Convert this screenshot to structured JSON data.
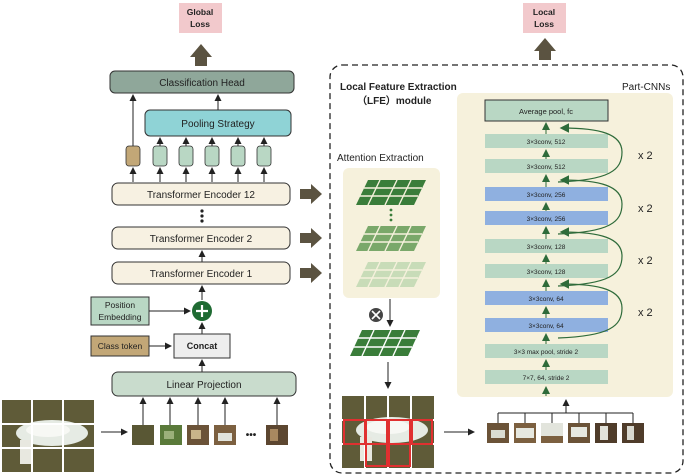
{
  "left": {
    "global_loss": [
      "Global",
      "Loss"
    ],
    "classification_head": "Classification Head",
    "pooling_strategy": "Pooling Strategy",
    "encoder_12": "Transformer Encoder 12",
    "encoder_2": "Transformer Encoder 2",
    "encoder_1": "Transformer Encoder 1",
    "position_embedding": [
      "Position",
      "Embedding"
    ],
    "class_token": "Class token",
    "concat": "Concat",
    "linear_projection": "Linear Projection",
    "patch_ellipsis": "•••"
  },
  "right": {
    "local_loss": [
      "Local",
      "Loss"
    ],
    "module_title": [
      "Local Feature Extraction",
      "（LFE）module"
    ],
    "part_cnns": "Part-CNNs",
    "attention_extraction": "Attention Extraction",
    "layers": [
      "Average pool, fc",
      "3×3conv, 512",
      "3×3conv, 512",
      "3×3conv, 256",
      "3×3conv, 256",
      "3×3conv, 128",
      "3×3conv, 128",
      "3×3conv, 64",
      "3×3conv, 64",
      "3×3 max pool, stride 2",
      "7×7, 64, stride 2"
    ],
    "repeat_labels": [
      "x 2",
      "x 2",
      "x 2",
      "x 2"
    ]
  },
  "colors": {
    "loss_box": "#f2c9cc",
    "classification_head": "#8fa79a",
    "pooling": "#8fd3d6",
    "encoder": "#f7f1e2",
    "linear": "#c9dccd",
    "green_conv": "#b9d7c4",
    "blue_conv": "#8fb0e0",
    "panel_bg": "#f6f1dc",
    "grid_green": "#3a7d3a",
    "crop_red": "#e03030"
  }
}
